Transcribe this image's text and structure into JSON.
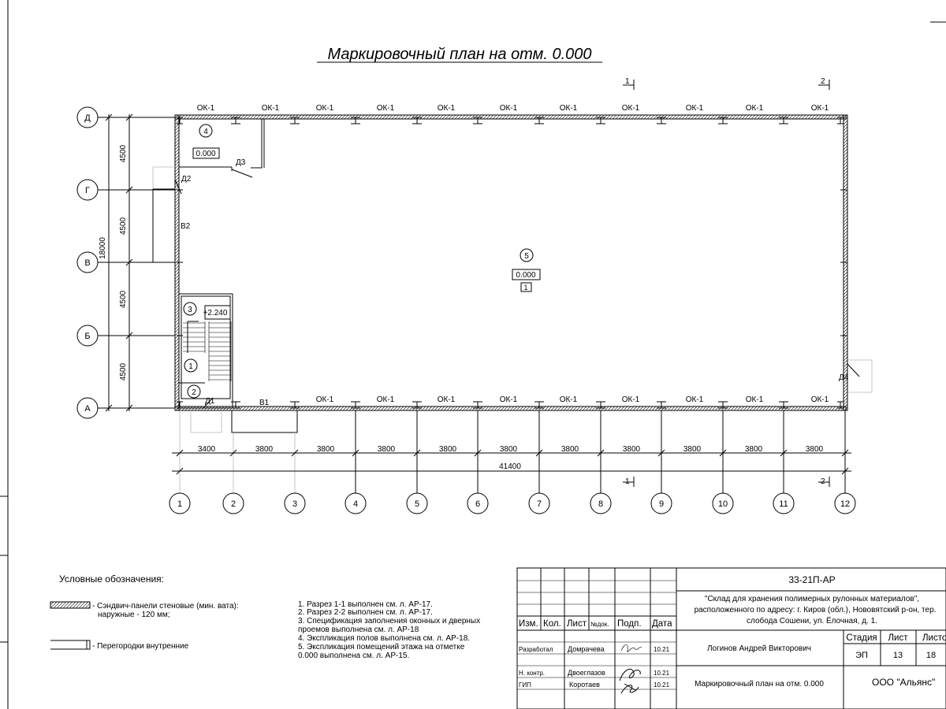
{
  "title": "Маркировочный план на отм. 0.000",
  "axes": {
    "rows": [
      "Д",
      "Г",
      "В",
      "Б",
      "А"
    ],
    "columns": [
      "1",
      "2",
      "3",
      "4",
      "5",
      "6",
      "7",
      "8",
      "9",
      "10",
      "11",
      "12"
    ]
  },
  "dims": {
    "vertical": [
      "4500",
      "4500",
      "4500",
      "4500"
    ],
    "vertical_total": "18000",
    "horizontal": [
      "3400",
      "3800",
      "3800",
      "3800",
      "3800",
      "3800",
      "3800",
      "3800",
      "3800",
      "3800",
      "3800"
    ],
    "horizontal_total": "41400"
  },
  "sections": {
    "s1": "1",
    "s2": "2"
  },
  "windows": {
    "top": [
      "ОК-1",
      "ОК-1",
      "ОК-1",
      "ОК-1",
      "ОК-1",
      "ОК-1",
      "ОК-1",
      "ОК-1",
      "ОК-1",
      "ОК-1",
      "ОК-1"
    ],
    "bottom": [
      "ОК-1",
      "ОК-1",
      "ОК-1",
      "ОК-1",
      "ОК-1",
      "ОК-1",
      "ОК-1",
      "ОК-1",
      "ОК-1"
    ]
  },
  "rooms": {
    "r1": "1",
    "r2": "2",
    "r3": "3",
    "r4": "4",
    "r5": "5",
    "r4_level": "0.000",
    "r5_level": "0.000",
    "r3_level": "+2.240",
    "floor_type": "1"
  },
  "doors": {
    "d1": "Д1",
    "d2": "Д2",
    "d3": "Д3",
    "d4": "Д4"
  },
  "gates": {
    "v1": "В1",
    "v2": "В2"
  },
  "legend": {
    "title": "Условные обозначения:",
    "items": [
      {
        "line1": "- Сэндвич-панели стеновые (мин. вата):",
        "line2": "наружные - 120 мм;"
      },
      {
        "line1": "- Перегородки внутренние",
        "line2": ""
      }
    ]
  },
  "notes": [
    "1. Разрез 1-1 выполнен см. л. АР-17.",
    "2. Разрез 2-2 выполнен см. л. АР-17.",
    "3. Спецификация заполнения оконных и дверных",
    "проемов выполнена см. л. АР-18",
    "4. Экспликация полов выполнена см. л. АР-18.",
    "5. Экспликация помещений этажа на отметке",
    "0.000 выполнена см. л. АР-15."
  ],
  "stamp": {
    "code": "33-21П-АР",
    "object_lines": [
      "\"Склад для хранения полимерных рулонных материалов\",",
      "расположенного по адресу: г. Киров (обл.), Нововятский р-он, тер.",
      "слобода Сошени, ул. Ёлочная, д. 1."
    ],
    "headers": {
      "izm": "Изм.",
      "kol": "Кол.",
      "list": "Лист",
      "ndok": "№док.",
      "podp": "Подп.",
      "data": "Дата"
    },
    "rows": [
      {
        "role": "Разработал",
        "name": "Домрачева",
        "date": "10.21"
      },
      {
        "role": "Н. контр.",
        "name": "Двоеглазов",
        "date": "10.21"
      },
      {
        "role": "ГИП",
        "name": "Коротаев",
        "date": "10.21"
      }
    ],
    "author": "Логинов Андрей Викторович",
    "sheet_title": "Маркировочный план на отм. 0.000",
    "stage_label": "Стадия",
    "stage": "ЭП",
    "sheet_label": "Лист",
    "sheet": "13",
    "sheets_label": "Листов",
    "sheets": "18",
    "company": "ООО \"Альянс\""
  }
}
